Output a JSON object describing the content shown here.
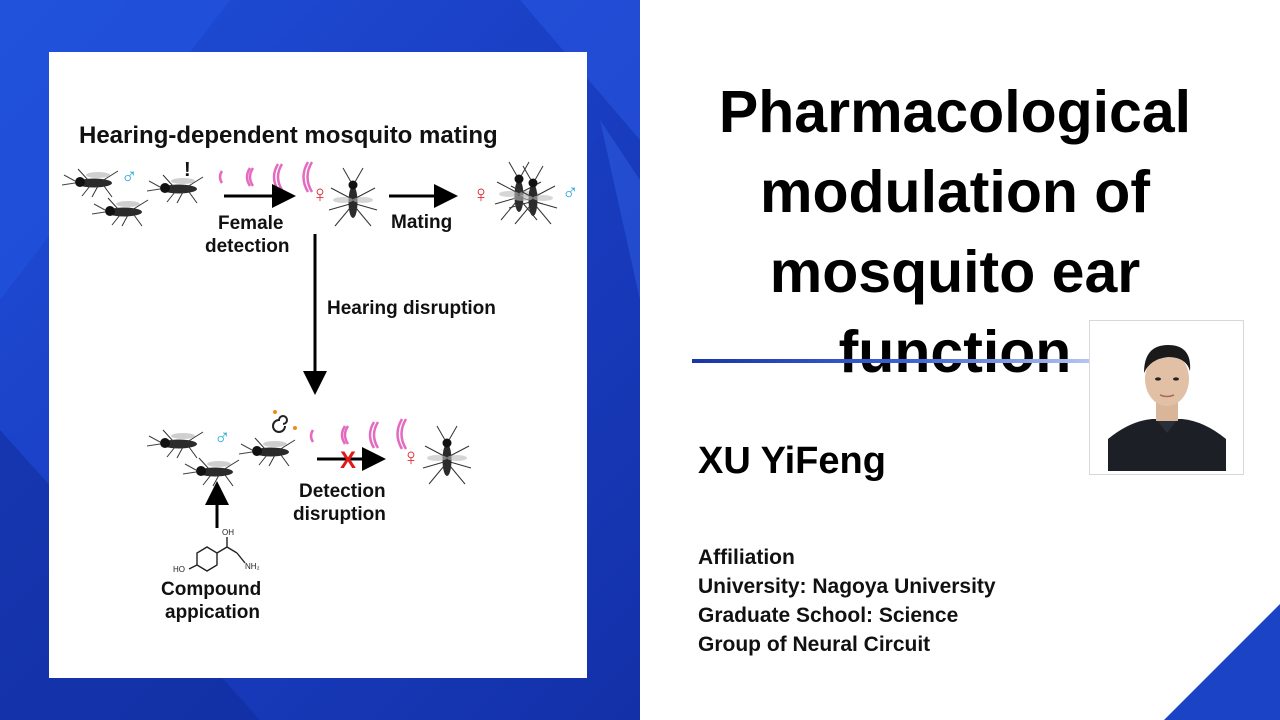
{
  "slide": {
    "title": "Pharmacological modulation of mosquito ear function",
    "author": "XU YiFeng",
    "affiliation": [
      "Affiliation",
      "University: Nagoya University",
      "Graduate School: Science",
      "Group of Neural Circuit"
    ]
  },
  "figure": {
    "heading": "Hearing-dependent mosquito mating",
    "exclaim": "!",
    "female_detection": [
      "Female",
      "detection"
    ],
    "mating": "Mating",
    "hearing_disruption": "Hearing disruption",
    "detection_disruption": [
      "Detection",
      "disruption"
    ],
    "compound_application": [
      "Compound",
      "appication"
    ],
    "male_symbol": "♂",
    "female_symbol": "♀",
    "block_mark": "X",
    "chem_labels": {
      "oh_top": "OH",
      "ho_left": "HO",
      "nh2": "NH₂"
    }
  },
  "colors": {
    "panel_blue": "#1a3fc4",
    "male_cyan": "#29a8d8",
    "female_red": "#e0303a",
    "sound_pink": "#e36bc0",
    "block_red": "#e01818"
  }
}
